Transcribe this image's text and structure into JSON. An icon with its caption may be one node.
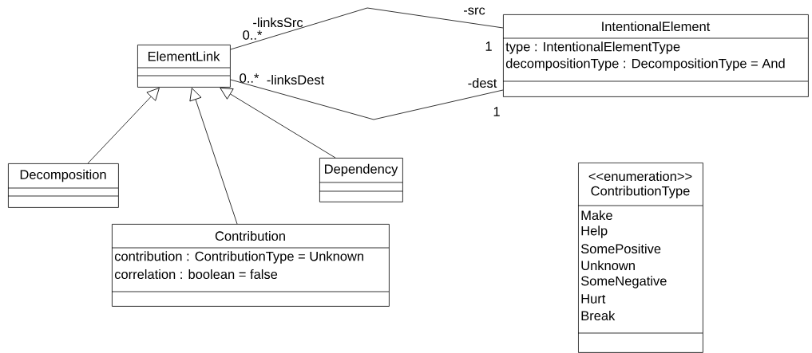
{
  "diagram": {
    "nodes": [
      {
        "text": [
          "ElementLink"
        ]
      },
      {
        "text": [
          "IntentionalElement",
          "type : IntentionalElementType",
          "decompositionType : DecompositionType = And"
        ]
      },
      {
        "text": [
          "Decomposition"
        ]
      },
      {
        "text": [
          "Dependency"
        ]
      },
      {
        "text": [
          "Contribution",
          "contribution : ContributionType = Unknown",
          "correlation : boolean = false"
        ]
      },
      {
        "text": [
          "<<enumeration>>",
          "ContributionType",
          "Make",
          "Help",
          "SomePositive",
          "Unknown",
          "SomeNegative",
          "Hurt",
          "Break"
        ]
      }
    ],
    "edges": [
      {
        "from": 2,
        "to": 0,
        "arrow": "to"
      },
      {
        "from": 4,
        "to": 0,
        "arrow": "to"
      },
      {
        "from": 3,
        "to": 0,
        "arrow": "to"
      },
      {
        "from": 0,
        "to": 1,
        "arrow": "none"
      },
      {
        "from": 0,
        "to": 1,
        "arrow": "none"
      }
    ],
    "labels": [
      "-linksSrc",
      "0..*",
      "-src",
      "1",
      "0..*",
      "-linksDest",
      "-dest",
      "1"
    ]
  }
}
